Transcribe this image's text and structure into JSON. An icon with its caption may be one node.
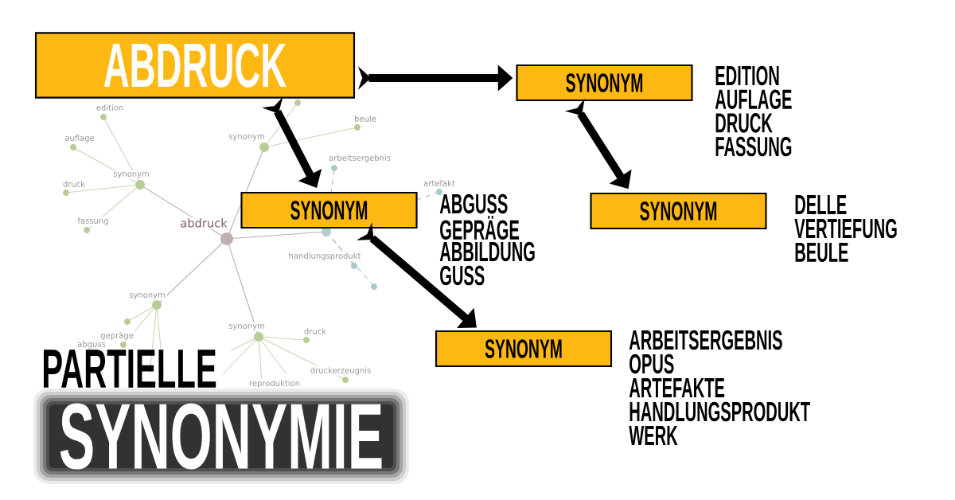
{
  "diagram": {
    "nodes": [
      {
        "text": [
          "ABDRUCK"
        ]
      },
      {
        "text": [
          "SYNONYM"
        ],
        "beside": [
          "EDITION",
          "AUFLAGE",
          "DRUCK",
          "FASSUNG"
        ]
      },
      {
        "text": [
          "SYNONYM"
        ],
        "beside": [
          "ABGUSS",
          "GEPRÄGE",
          "ABBILDUNG",
          "GUSS"
        ]
      },
      {
        "text": [
          "SYNONYM"
        ],
        "beside": [
          "DELLE",
          "VERTIEFUNG",
          "BEULE"
        ]
      },
      {
        "text": [
          "SYNONYM"
        ],
        "beside": [
          "ARBEITSERGEBNIS",
          "OPUS",
          "ARTEFAKTE",
          "HANDLUNGSPRODUKT",
          "WERK"
        ]
      }
    ],
    "edges": [
      {
        "from": 0,
        "to": 1,
        "arrow": "to"
      },
      {
        "from": 0,
        "to": 2,
        "arrow": "to"
      },
      {
        "from": 1,
        "to": 3,
        "arrow": "to"
      },
      {
        "from": 2,
        "to": 4,
        "arrow": "to"
      }
    ],
    "labels": [
      "edition",
      "auflage",
      "synonym",
      "druck",
      "fassung",
      "synonym",
      "beule",
      "arbeitsergebnis",
      "artefakt",
      "abdruck",
      "handlungsprodukt",
      "synonym",
      "gepräge",
      "abguss",
      "synonym",
      "druck",
      "druckerzeugnis",
      "reproduktion",
      "PARTIELLE",
      "SYNONYMIE"
    ]
  }
}
